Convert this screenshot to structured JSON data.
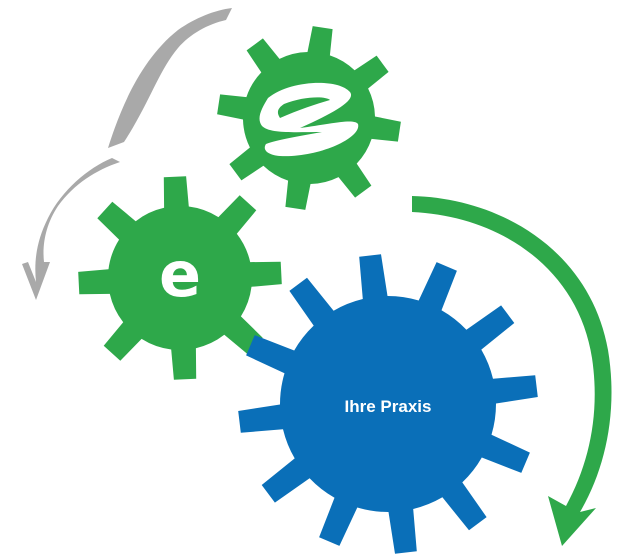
{
  "colors": {
    "background": "#ffffff",
    "green": "#2ea84a",
    "blue": "#0a6fb8",
    "gray": "#a9a9a9",
    "white": "#ffffff"
  },
  "gears": {
    "top_logo_gear": {
      "color": "green",
      "icon": "z-swoosh-logo",
      "text": ""
    },
    "e_gear": {
      "color": "green",
      "letter": "e"
    },
    "practice_gear": {
      "color": "blue",
      "label": "Ihre Praxis"
    }
  },
  "arrows": {
    "gray_upper": {
      "color": "gray",
      "direction": "counterclockwise"
    },
    "gray_lower": {
      "color": "gray",
      "direction": "downward"
    },
    "green_right": {
      "color": "green",
      "direction": "clockwise-down"
    }
  }
}
